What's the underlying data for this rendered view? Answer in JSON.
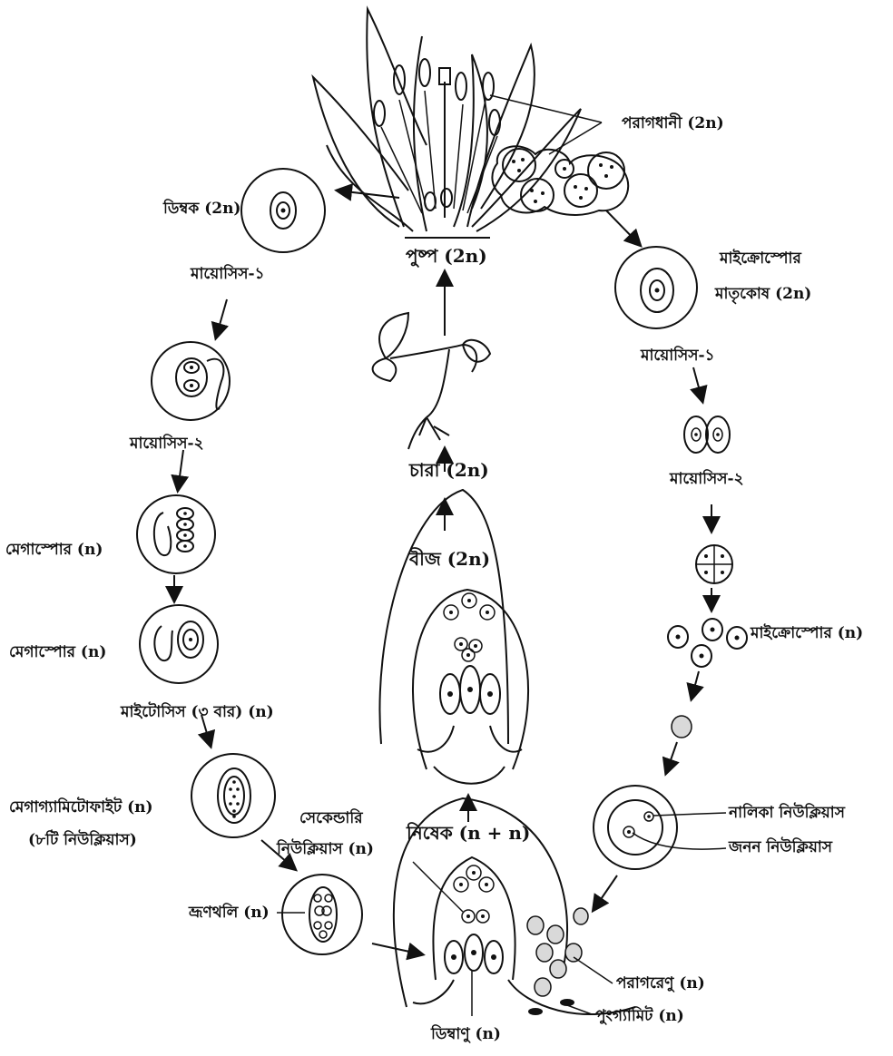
{
  "labels": {
    "anther": "পরাগধানী (2n)",
    "ovule": "ডিম্বক (2n)",
    "flower": "পুষ্প (2n)",
    "microspore_mother": "মাইক্রোস্পোর",
    "microspore_mother_2": "মাতৃকোষ (2n)",
    "meiosis1_left": "মায়োসিস-১",
    "meiosis2_left": "মায়োসিস-২",
    "meiosis1_right": "মায়োসিস-১",
    "meiosis2_right": "মায়োসিস-২",
    "seedling": "চারা (2n)",
    "seed": "বীজ (2n)",
    "megaspore_1": "মেগাস্পোর (n)",
    "megaspore_2": "মেগাস্পোর (n)",
    "microspore": "মাইক্রোস্পোর (n)",
    "mitosis": "মাইটোসিস (৩ বার) (n)",
    "megagametophyte": "মেগাগ্যামিটোফাইট (n)",
    "eight_nuclei": "(৮টি নিউক্লিয়াস)",
    "secondary_1": "সেকেন্ডারি",
    "secondary_2": "নিউক্লিয়াস (n)",
    "fertilization": "নিষেক (n + n)",
    "tube_nucleus": "নালিকা নিউক্লিয়াস",
    "generative_nucleus": "জনন নিউক্লিয়াস",
    "embryo_sac": "ভ্রূণথলি (n)",
    "pollen_grain": "পরাগরেণু (n)",
    "male_gamete": "পুংগ্যামিট (n)",
    "egg_cell": "ডিম্বাণু (n)"
  }
}
